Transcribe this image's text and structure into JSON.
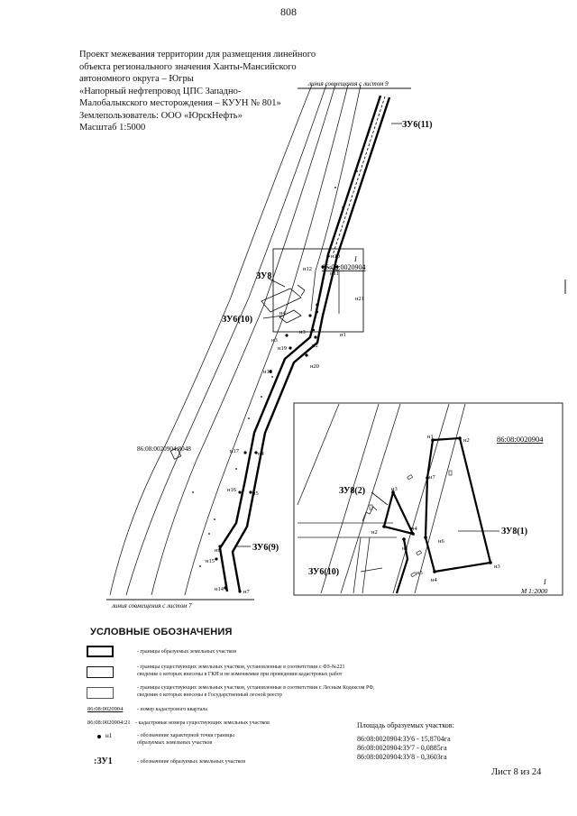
{
  "page_number": "808",
  "header": {
    "lines": [
      "Проект межевания территории для размещения линейного",
      "объекта регионального значения Ханты-Мансийского",
      "автономного округа – Югры",
      "«Напорный нефтепровод ЦПС Западно-",
      "Малобалыкского месторождения – КУУН № 801»",
      "Землепользователь: ООО «ЮрскНефть»",
      "Масштаб 1:5000"
    ]
  },
  "map": {
    "match_line_top": "линия совмещения с листом 9",
    "match_line_bottom": "линия совмещения с листом 7",
    "cadastral_quarter": "86:08:0020904",
    "existing_parcel": "86:08:0020904:8048",
    "inset_marker": "I",
    "parcel_labels": [
      "ЗУ6(11)",
      "ЗУ8",
      "ЗУ6(10)",
      "ЗУ6(9)"
    ],
    "points": [
      "н10",
      "н12",
      "н11",
      "н21",
      "н1",
      "н2",
      "н3",
      "н4",
      "н19",
      "н20",
      "н18",
      "н17",
      "н4",
      "н16",
      "н5",
      "н6",
      "н15",
      "н14",
      "н7"
    ]
  },
  "inset": {
    "quarter": "86:08:0020904",
    "marker": "I",
    "scale": "М 1:2000",
    "parcel_labels": [
      "ЗУ8(2)",
      "ЗУ8(1)",
      "ЗУ6(10)"
    ],
    "points": [
      "н1",
      "н2",
      "н7",
      "н3",
      "н4",
      "н2",
      "н1",
      "н6",
      "н5",
      "н4",
      "н3"
    ]
  },
  "legend": {
    "title": "УСЛОВНЫЕ ОБОЗНАЧЕНИЯ",
    "items": [
      "- границы образуемых земельных участков",
      "- границы существующих земельных участков, установленные в соответствии с ФЗ-№221",
      "сведения о которых внесены в ГКН и не изменяемые при проведении кадастровых работ",
      "- границы существующих земельных участков, установленные в соответствии с Лесным Кодексом РФ,",
      "сведения о которых внесены в Государственный лесной реестр",
      "- номер кадастрового квартала",
      "- кадастровые номера существующих земельных участков",
      "- обозначение характерной точки границы",
      "образуемых земельных участков",
      "- обозначение образуемых земельных участков"
    ],
    "sample_quarter": "86:08:0020904",
    "sample_parcel": "86:08:0020904:21",
    "sample_point": "н1",
    "sample_parcel_label": ":ЗУ1"
  },
  "areas": {
    "title": "Площадь образуемых участков:",
    "lines": [
      "86:08:0020904:ЗУ6 - 15,8704га",
      "86:08:0020904:ЗУ7 - 0,0885га",
      "86:08:0020904:ЗУ8 - 0,3603га"
    ]
  },
  "footer": {
    "sheet": "Лист 8 из 24"
  }
}
